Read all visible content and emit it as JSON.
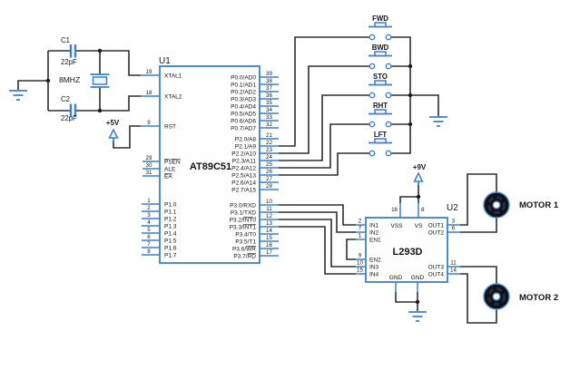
{
  "colors": {
    "wire": "#2e2e2e",
    "component_blue": "#3b7fd0",
    "text": "#141414",
    "motor_body": "#101018"
  },
  "u1": {
    "ref": "U1",
    "part": "AT89C51",
    "left_pins": [
      {
        "num": "19",
        "base": "XTAL1",
        "over": ""
      },
      {
        "num": "18",
        "base": "XTAL2",
        "over": ""
      },
      {
        "num": "9",
        "base": "RST",
        "over": ""
      },
      {
        "num": "29",
        "base": "",
        "over": "PSEN"
      },
      {
        "num": "30",
        "base": "ALE",
        "over": ""
      },
      {
        "num": "31",
        "base": "",
        "over": "EA"
      },
      {
        "num": "1",
        "base": "P1.0",
        "over": ""
      },
      {
        "num": "2",
        "base": "P1.1",
        "over": ""
      },
      {
        "num": "3",
        "base": "P1.2",
        "over": ""
      },
      {
        "num": "4",
        "base": "P1.3",
        "over": ""
      },
      {
        "num": "5",
        "base": "P1.4",
        "over": ""
      },
      {
        "num": "6",
        "base": "P1.5",
        "over": ""
      },
      {
        "num": "7",
        "base": "P1.6",
        "over": ""
      },
      {
        "num": "8",
        "base": "P1.7",
        "over": ""
      }
    ],
    "right_pins": [
      {
        "num": "39",
        "base": "P0.0/AD0",
        "over": ""
      },
      {
        "num": "38",
        "base": "P0.1/AD1",
        "over": ""
      },
      {
        "num": "37",
        "base": "P0.2/AD2",
        "over": ""
      },
      {
        "num": "36",
        "base": "P0.3/AD3",
        "over": ""
      },
      {
        "num": "35",
        "base": "P0.4/AD4",
        "over": ""
      },
      {
        "num": "34",
        "base": "P0.5/AD5",
        "over": ""
      },
      {
        "num": "33",
        "base": "P0.6/AD6",
        "over": ""
      },
      {
        "num": "32",
        "base": "P0.7/AD7",
        "over": ""
      },
      {
        "num": "21",
        "base": "P2.0/A8",
        "over": ""
      },
      {
        "num": "22",
        "base": "P2.1/A9",
        "over": ""
      },
      {
        "num": "23",
        "base": "P2.2/A10",
        "over": ""
      },
      {
        "num": "24",
        "base": "P2.3/A11",
        "over": ""
      },
      {
        "num": "25",
        "base": "P2.4/A12",
        "over": ""
      },
      {
        "num": "26",
        "base": "P2.5/A13",
        "over": ""
      },
      {
        "num": "27",
        "base": "P2.6/A14",
        "over": ""
      },
      {
        "num": "28",
        "base": "P2.7/A15",
        "over": ""
      },
      {
        "num": "10",
        "base": "P3.0/RXD",
        "over": ""
      },
      {
        "num": "11",
        "base": "P3.1/TXD",
        "over": ""
      },
      {
        "num": "12",
        "base": "P3.2/",
        "over": "INT0"
      },
      {
        "num": "13",
        "base": "P3.3/",
        "over": "INT1"
      },
      {
        "num": "14",
        "base": "P3.4/T0",
        "over": ""
      },
      {
        "num": "15",
        "base": "P3.5/T1",
        "over": ""
      },
      {
        "num": "16",
        "base": "P3.6/",
        "over": "WR"
      },
      {
        "num": "17",
        "base": "P3.7/",
        "over": "RD"
      }
    ]
  },
  "u2": {
    "ref": "U2",
    "part": "L293D",
    "left_pins": [
      {
        "num": "2",
        "name": "IN1"
      },
      {
        "num": "7",
        "name": "IN2"
      },
      {
        "num": "1",
        "name": "EN1"
      },
      {
        "num": "9",
        "name": "EN2"
      },
      {
        "num": "10",
        "name": "IN3"
      },
      {
        "num": "15",
        "name": "IN4"
      }
    ],
    "right_pins": [
      {
        "num": "3",
        "name": "OUT1"
      },
      {
        "num": "6",
        "name": "OUT2"
      },
      {
        "num": "11",
        "name": "OUT3"
      },
      {
        "num": "14",
        "name": "OUT4"
      }
    ],
    "top_pins": [
      {
        "num": "16",
        "name": "VSS"
      },
      {
        "num": "8",
        "name": "VS"
      }
    ],
    "bottom_pins": [
      {
        "name": "GND"
      },
      {
        "name": "GND"
      }
    ]
  },
  "buttons": [
    {
      "label": "FWD"
    },
    {
      "label": "BWD"
    },
    {
      "label": "STO"
    },
    {
      "label": "RHT"
    },
    {
      "label": "LFT"
    }
  ],
  "motors": [
    {
      "label": "MOTOR 1"
    },
    {
      "label": "MOTOR 2"
    }
  ],
  "capacitors": [
    {
      "ref": "C1",
      "value": "22pF"
    },
    {
      "ref": "C2",
      "value": "22pF"
    }
  ],
  "crystal": {
    "value": "8MHZ"
  },
  "power": {
    "vcc": "+5V",
    "vmotor": "+9V"
  }
}
